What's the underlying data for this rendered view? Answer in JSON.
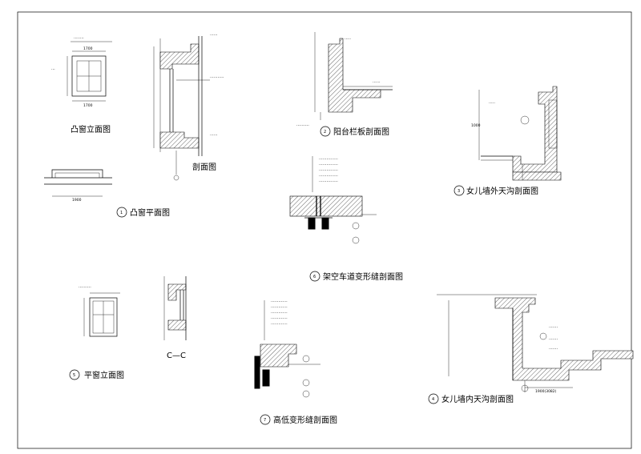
{
  "titles": {
    "d1_elev": "凸窗立面图",
    "d1_section": "剖面图",
    "d1_plan": "凸窗平面图",
    "d2": "阳台栏板剖面图",
    "d3": "女儿墙外天沟剖面图",
    "d4": "女儿墙内天沟剖面图",
    "d5": "平窗立面图",
    "d5_cc": "C—C",
    "d6": "架空车道变形缝剖面图",
    "d7": "高低变形缝剖面图"
  },
  "numbers": {
    "n1": "1",
    "n2": "2",
    "n3": "3",
    "n4": "4",
    "n5": "5",
    "n6": "6",
    "n7": "7"
  },
  "dims": {
    "d1_width_top": "1700",
    "d1_width_bottom": "1700",
    "d1_plan_width": "1900",
    "d3_height": "1000",
    "d4_width": "1900(3082)"
  }
}
